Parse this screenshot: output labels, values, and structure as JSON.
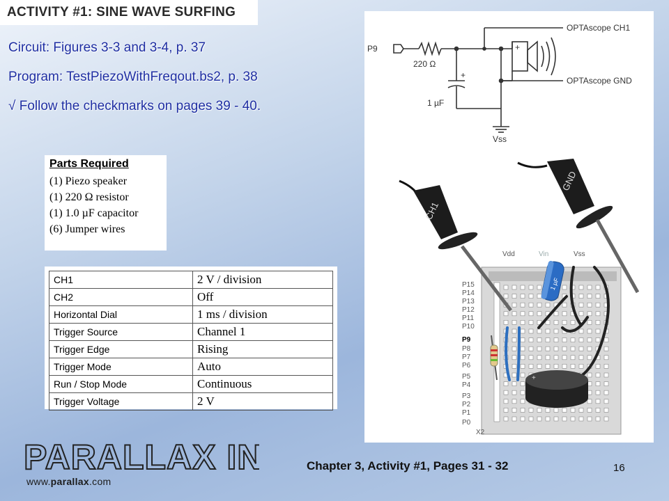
{
  "title": "ACTIVITY #1: SINE WAVE SURFING",
  "lines": {
    "circuit": "Circuit: Figures 3-3 and 3-4, p. 37",
    "program": "Program: TestPiezoWithFreqout.bs2, p. 38",
    "follow": "√ Follow the checkmarks on pages 39 - 40."
  },
  "parts": {
    "heading": "Parts Required",
    "items": [
      "(1) Piezo speaker",
      "(1) 220 Ω resistor",
      "(1) 1.0 µF capacitor",
      "(6) Jumper wires"
    ]
  },
  "scope_settings": [
    {
      "key": "CH1",
      "value": "2 V / division"
    },
    {
      "key": "CH2",
      "value": "Off"
    },
    {
      "key": "Horizontal Dial",
      "value": "1 ms / division"
    },
    {
      "key": "Trigger Source",
      "value": "Channel 1"
    },
    {
      "key": "Trigger Edge",
      "value": "Rising"
    },
    {
      "key": "Trigger Mode",
      "value": "Auto"
    },
    {
      "key": "Run / Stop Mode",
      "value": "Continuous"
    },
    {
      "key": "Trigger Voltage",
      "value": "2 V"
    }
  ],
  "schematic": {
    "pin": "P9",
    "resistor": "220 Ω",
    "capacitor": "1 µF",
    "plus": "+",
    "vss": "Vss",
    "ch1": "OPTAscope CH1",
    "gnd": "OPTAscope GND"
  },
  "breadboard": {
    "probe1": "CH1",
    "probe2": "GND",
    "cap_label": "1 µF",
    "plus": "+",
    "headers": [
      "Vdd",
      "Vin",
      "Vss"
    ],
    "pins": [
      "P15",
      "P14",
      "P13",
      "P12",
      "P11",
      "P10",
      "P9",
      "P8",
      "P7",
      "P6",
      "P5",
      "P4",
      "P3",
      "P2",
      "P1",
      "P0",
      "X2"
    ]
  },
  "footer": {
    "chapter": "Chapter 3, Activity #1, Pages 31 - 32",
    "page": "16",
    "logo": "PARALLAX INC",
    "url_pre": "www.",
    "url_bold": "parallax",
    "url_post": ".com"
  }
}
